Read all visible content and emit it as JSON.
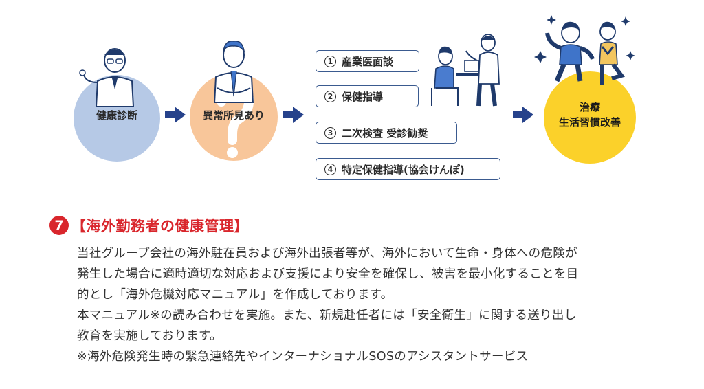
{
  "flow": {
    "step1_label": "健康診断",
    "step2_label": "異常所見あり",
    "options": [
      {
        "num": "1",
        "label": "産業医面談"
      },
      {
        "num": "2",
        "label": "保健指導"
      },
      {
        "num": "3",
        "label": "二次検査 受診勧奨"
      },
      {
        "num": "4",
        "label": "特定保健指導(協会けんぽ)"
      }
    ],
    "final_line1": "治療",
    "final_line2": "生活習慣改善"
  },
  "section": {
    "number": "7",
    "title": "【海外勤務者の健康管理】",
    "paragraph_lines": [
      "当社グループ会社の海外駐在員および海外出張者等が、海外において生命・身体への危険が",
      "発生した場合に適時適切な対応および支援により安全を確保し、被害を最小化することを目",
      "的とし「海外危機対応マニュアル」を作成しております。",
      "本マニュアル※の読み合わせを実施。また、新規赴任者には「安全衛生」に関する送り出し",
      "教育を実施しております。",
      "※海外危険発生時の緊急連絡先やインターナショナルSOSのアシスタントサービス"
    ]
  },
  "colors": {
    "circle_blue": "#b6c9e6",
    "circle_orange": "#f8c69a",
    "circle_yellow": "#fbd12a",
    "arrow_navy": "#26428b",
    "accent_red": "#d9262c"
  }
}
